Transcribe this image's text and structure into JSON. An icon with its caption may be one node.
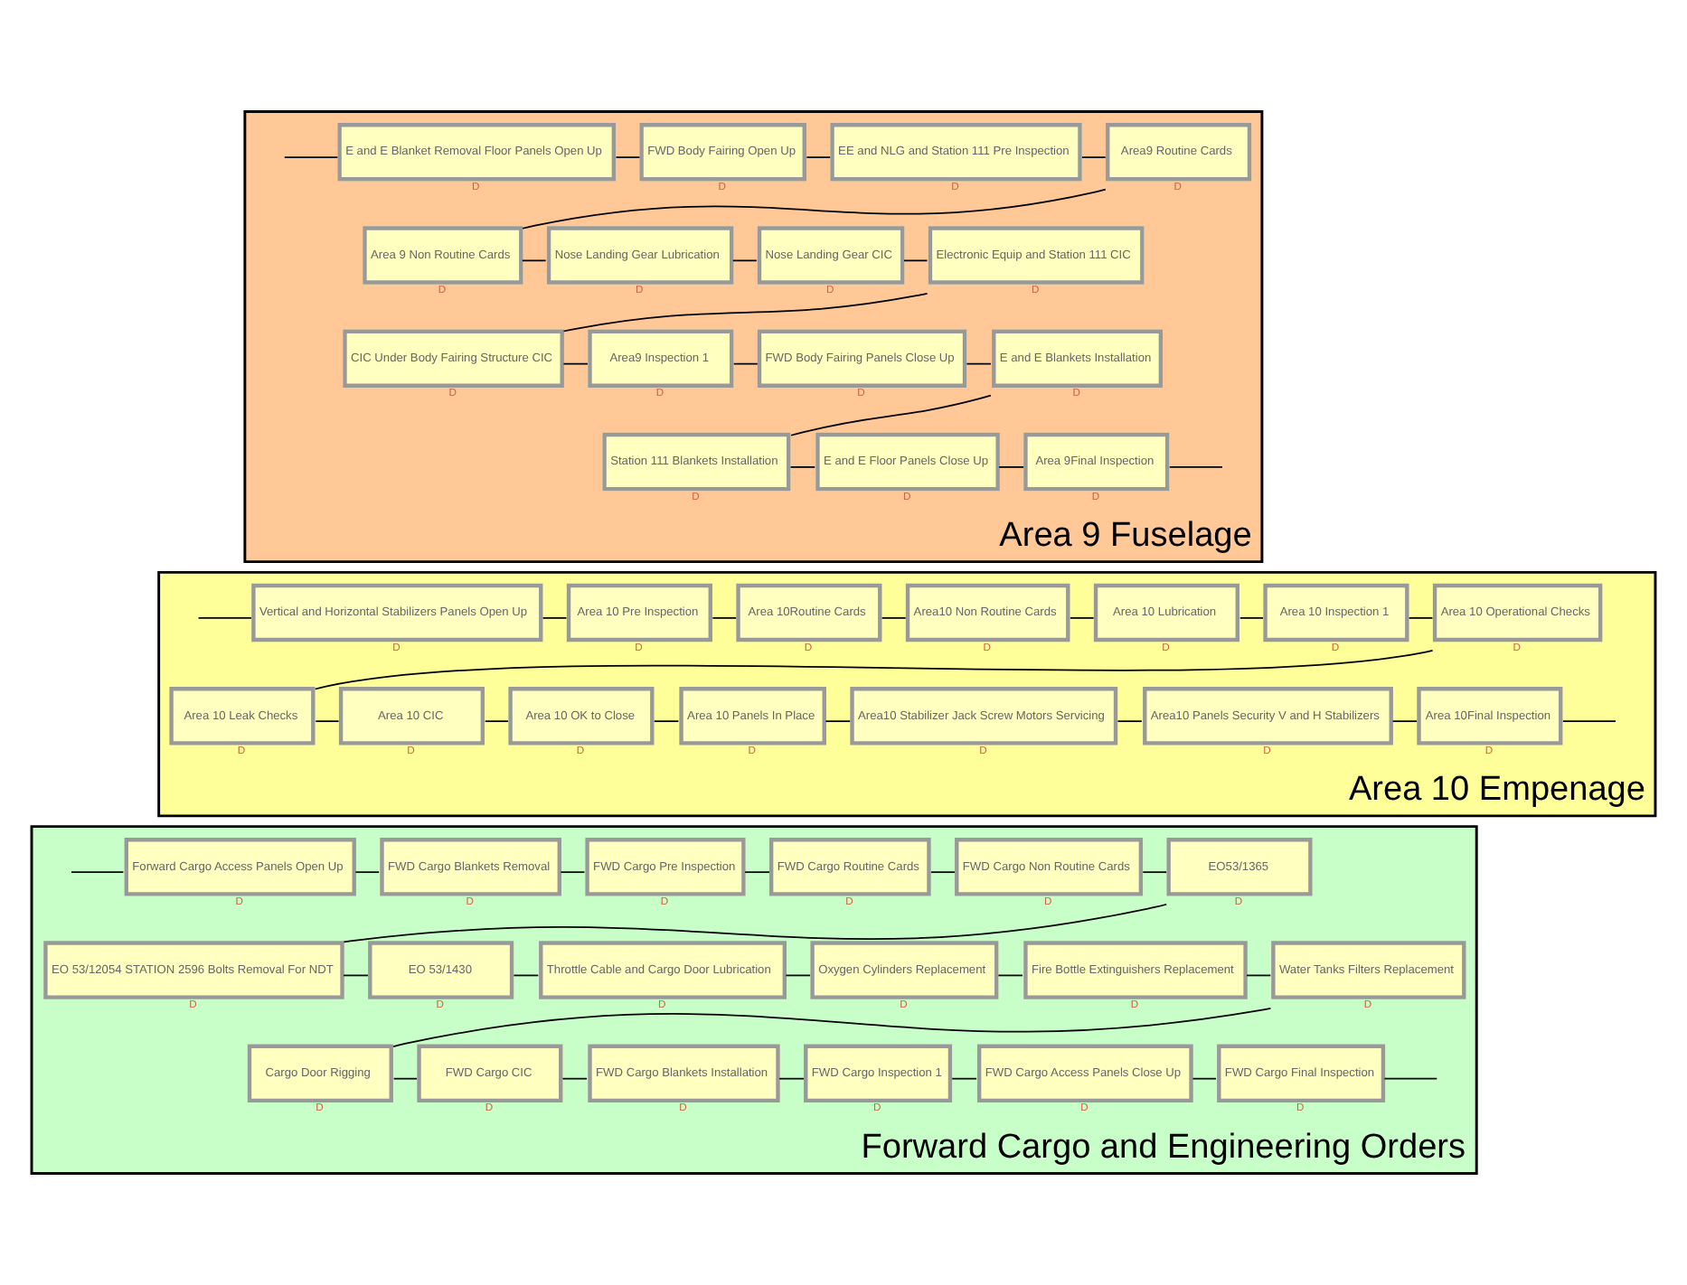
{
  "diagram": {
    "nodes": [
      {
        "text": [
          "Area 9 Fuselage"
        ]
      },
      {
        "text": [
          "E and E Blanket Removal Floor Panels Open Up"
        ],
        "in": 0,
        "beside": [
          "D"
        ]
      },
      {
        "text": [
          "FWD Body Fairing Open Up"
        ],
        "in": 0,
        "beside": [
          "D"
        ]
      },
      {
        "text": [
          "EE and NLG and Station 111 Pre Inspection"
        ],
        "in": 0,
        "beside": [
          "D"
        ]
      },
      {
        "text": [
          "Area9 Routine Cards"
        ],
        "in": 0,
        "beside": [
          "D"
        ]
      },
      {
        "text": [
          "Area 9 Non Routine Cards"
        ],
        "in": 0,
        "beside": [
          "D"
        ]
      },
      {
        "text": [
          "Nose Landing Gear Lubrication"
        ],
        "in": 0,
        "beside": [
          "D"
        ]
      },
      {
        "text": [
          "Nose Landing Gear CIC"
        ],
        "in": 0,
        "beside": [
          "D"
        ]
      },
      {
        "text": [
          "Electronic Equip and Station 111 CIC"
        ],
        "in": 0,
        "beside": [
          "D"
        ]
      },
      {
        "text": [
          "CIC Under Body Fairing Structure CIC"
        ],
        "in": 0,
        "beside": [
          "D"
        ]
      },
      {
        "text": [
          "Area9 Inspection 1"
        ],
        "in": 0,
        "beside": [
          "D"
        ]
      },
      {
        "text": [
          "FWD Body Fairing Panels Close Up"
        ],
        "in": 0,
        "beside": [
          "D"
        ]
      },
      {
        "text": [
          "E and E Blankets Installation"
        ],
        "in": 0,
        "beside": [
          "D"
        ]
      },
      {
        "text": [
          "Station 111 Blankets Installation"
        ],
        "in": 0,
        "beside": [
          "D"
        ]
      },
      {
        "text": [
          "E and E Floor Panels Close Up"
        ],
        "in": 0,
        "beside": [
          "D"
        ]
      },
      {
        "text": [
          "Area 9Final Inspection"
        ],
        "in": 0,
        "beside": [
          "D"
        ]
      },
      {
        "text": [
          "Area 10 Empenage"
        ]
      },
      {
        "text": [
          "Vertical and Horizontal Stabilizers Panels Open Up"
        ],
        "in": 16,
        "beside": [
          "D"
        ]
      },
      {
        "text": [
          "Area 10 Pre Inspection"
        ],
        "in": 16,
        "beside": [
          "D"
        ]
      },
      {
        "text": [
          "Area 10Routine Cards"
        ],
        "in": 16,
        "beside": [
          "D"
        ]
      },
      {
        "text": [
          "Area10 Non Routine Cards"
        ],
        "in": 16,
        "beside": [
          "D"
        ]
      },
      {
        "text": [
          "Area 10 Lubrication"
        ],
        "in": 16,
        "beside": [
          "D"
        ]
      },
      {
        "text": [
          "Area 10 Inspection 1"
        ],
        "in": 16,
        "beside": [
          "D"
        ]
      },
      {
        "text": [
          "Area 10 Operational Checks"
        ],
        "in": 16,
        "beside": [
          "D"
        ]
      },
      {
        "text": [
          "Area 10 Leak Checks"
        ],
        "in": 16,
        "beside": [
          "D"
        ]
      },
      {
        "text": [
          "Area 10 CIC"
        ],
        "in": 16,
        "beside": [
          "D"
        ]
      },
      {
        "text": [
          "Area 10 OK to Close"
        ],
        "in": 16,
        "beside": [
          "D"
        ]
      },
      {
        "text": [
          "Area 10 Panels In Place"
        ],
        "in": 16,
        "beside": [
          "D"
        ]
      },
      {
        "text": [
          "Area10 Stabilizer Jack Screw Motors Servicing"
        ],
        "in": 16,
        "beside": [
          "D"
        ]
      },
      {
        "text": [
          "Area10 Panels Security V and H Stabilizers"
        ],
        "in": 16,
        "beside": [
          "D"
        ]
      },
      {
        "text": [
          "Area 10Final Inspection"
        ],
        "in": 16,
        "beside": [
          "D"
        ]
      },
      {
        "text": [
          "Forward Cargo and Engineering Orders"
        ]
      },
      {
        "text": [
          "Forward Cargo Access Panels Open Up"
        ],
        "in": 31,
        "beside": [
          "D"
        ]
      },
      {
        "text": [
          "FWD Cargo Blankets Removal"
        ],
        "in": 31,
        "beside": [
          "D"
        ]
      },
      {
        "text": [
          "FWD Cargo Pre Inspection"
        ],
        "in": 31,
        "beside": [
          "D"
        ]
      },
      {
        "text": [
          "FWD Cargo Routine Cards"
        ],
        "in": 31,
        "beside": [
          "D"
        ]
      },
      {
        "text": [
          "FWD Cargo Non Routine Cards"
        ],
        "in": 31,
        "beside": [
          "D"
        ]
      },
      {
        "text": [
          "EO53/1365"
        ],
        "in": 31,
        "beside": [
          "D"
        ]
      },
      {
        "text": [
          "EO 53/12054 STATION 2596 Bolts Removal For NDT"
        ],
        "in": 31,
        "beside": [
          "D"
        ]
      },
      {
        "text": [
          "EO 53/1430"
        ],
        "in": 31,
        "beside": [
          "D"
        ]
      },
      {
        "text": [
          "Throttle Cable and Cargo Door Lubrication"
        ],
        "in": 31,
        "beside": [
          "D"
        ]
      },
      {
        "text": [
          "Oxygen Cylinders Replacement"
        ],
        "in": 31,
        "beside": [
          "D"
        ]
      },
      {
        "text": [
          "Fire Bottle Extinguishers Replacement"
        ],
        "in": 31,
        "beside": [
          "D"
        ]
      },
      {
        "text": [
          "Water Tanks Filters Replacement"
        ],
        "in": 31,
        "beside": [
          "D"
        ]
      },
      {
        "text": [
          "Cargo Door Rigging"
        ],
        "in": 31,
        "beside": [
          "D"
        ]
      },
      {
        "text": [
          "FWD Cargo CIC"
        ],
        "in": 31,
        "beside": [
          "D"
        ]
      },
      {
        "text": [
          "FWD Cargo Blankets Installation"
        ],
        "in": 31,
        "beside": [
          "D"
        ]
      },
      {
        "text": [
          "FWD Cargo Inspection 1"
        ],
        "in": 31,
        "beside": [
          "D"
        ]
      },
      {
        "text": [
          "FWD Cargo Access Panels Close Up"
        ],
        "in": 31,
        "beside": [
          "D"
        ]
      },
      {
        "text": [
          "FWD Cargo Final Inspection"
        ],
        "in": 31,
        "beside": [
          "D"
        ]
      }
    ],
    "edges": [
      {
        "from": null,
        "to": 1,
        "arrow": "none"
      },
      {
        "from": 1,
        "to": 2,
        "arrow": "none"
      },
      {
        "from": 2,
        "to": 3,
        "arrow": "none"
      },
      {
        "from": 3,
        "to": 4,
        "arrow": "none"
      },
      {
        "from": 4,
        "to": 5,
        "arrow": "none"
      },
      {
        "from": 5,
        "to": 6,
        "arrow": "none"
      },
      {
        "from": 6,
        "to": 7,
        "arrow": "none"
      },
      {
        "from": 7,
        "to": 8,
        "arrow": "none"
      },
      {
        "from": 8,
        "to": 9,
        "arrow": "none"
      },
      {
        "from": 9,
        "to": 10,
        "arrow": "none"
      },
      {
        "from": 10,
        "to": 11,
        "arrow": "none"
      },
      {
        "from": 11,
        "to": 12,
        "arrow": "none"
      },
      {
        "from": 12,
        "to": 13,
        "arrow": "none"
      },
      {
        "from": 13,
        "to": 14,
        "arrow": "none"
      },
      {
        "from": 14,
        "to": 15,
        "arrow": "none"
      },
      {
        "from": 15,
        "to": null,
        "arrow": "none"
      },
      {
        "from": null,
        "to": 17,
        "arrow": "none"
      },
      {
        "from": 17,
        "to": 18,
        "arrow": "none"
      },
      {
        "from": 18,
        "to": 19,
        "arrow": "none"
      },
      {
        "from": 19,
        "to": 20,
        "arrow": "none"
      },
      {
        "from": 20,
        "to": 21,
        "arrow": "none"
      },
      {
        "from": 21,
        "to": 22,
        "arrow": "none"
      },
      {
        "from": 22,
        "to": 23,
        "arrow": "none"
      },
      {
        "from": 23,
        "to": 24,
        "arrow": "none"
      },
      {
        "from": 24,
        "to": 25,
        "arrow": "none"
      },
      {
        "from": 25,
        "to": 26,
        "arrow": "none"
      },
      {
        "from": 26,
        "to": 27,
        "arrow": "none"
      },
      {
        "from": 27,
        "to": 28,
        "arrow": "none"
      },
      {
        "from": 28,
        "to": 29,
        "arrow": "none"
      },
      {
        "from": 29,
        "to": 30,
        "arrow": "none"
      },
      {
        "from": 30,
        "to": null,
        "arrow": "none"
      },
      {
        "from": null,
        "to": 32,
        "arrow": "none"
      },
      {
        "from": 32,
        "to": 33,
        "arrow": "none"
      },
      {
        "from": 33,
        "to": 34,
        "arrow": "none"
      },
      {
        "from": 34,
        "to": 35,
        "arrow": "none"
      },
      {
        "from": 35,
        "to": 36,
        "arrow": "none"
      },
      {
        "from": 36,
        "to": 37,
        "arrow": "none"
      },
      {
        "from": 37,
        "to": 38,
        "arrow": "none"
      },
      {
        "from": 38,
        "to": 39,
        "arrow": "none"
      },
      {
        "from": 39,
        "to": 40,
        "arrow": "none"
      },
      {
        "from": 40,
        "to": 41,
        "arrow": "none"
      },
      {
        "from": 41,
        "to": 42,
        "arrow": "none"
      },
      {
        "from": 42,
        "to": 43,
        "arrow": "none"
      },
      {
        "from": 43,
        "to": 44,
        "arrow": "none"
      },
      {
        "from": 44,
        "to": 45,
        "arrow": "none"
      },
      {
        "from": 45,
        "to": 46,
        "arrow": "none"
      },
      {
        "from": 46,
        "to": 47,
        "arrow": "none"
      },
      {
        "from": 47,
        "to": 48,
        "arrow": "none"
      },
      {
        "from": 48,
        "to": 49,
        "arrow": "none"
      },
      {
        "from": 49,
        "to": null,
        "arrow": "none"
      }
    ]
  }
}
